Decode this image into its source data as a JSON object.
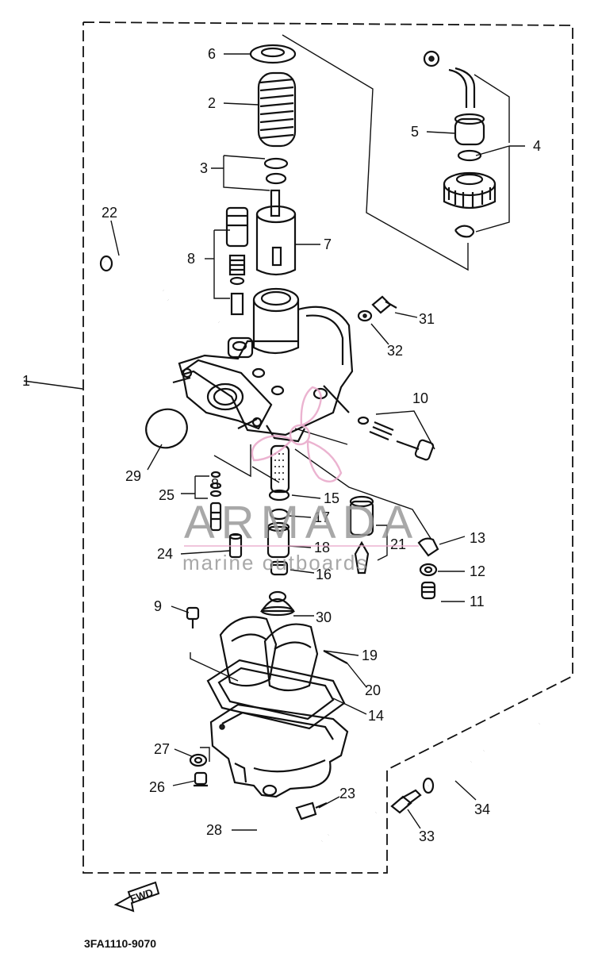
{
  "diagram": {
    "callouts": [
      {
        "id": "c1",
        "text": "1"
      },
      {
        "id": "c2",
        "text": "2"
      },
      {
        "id": "c3",
        "text": "3"
      },
      {
        "id": "c4",
        "text": "4"
      },
      {
        "id": "c5",
        "text": "5"
      },
      {
        "id": "c6",
        "text": "6"
      },
      {
        "id": "c7",
        "text": "7"
      },
      {
        "id": "c8a",
        "text": "8"
      },
      {
        "id": "c8b",
        "text": "8"
      },
      {
        "id": "c9",
        "text": "9"
      },
      {
        "id": "c10",
        "text": "10"
      },
      {
        "id": "c11",
        "text": "11"
      },
      {
        "id": "c12",
        "text": "12"
      },
      {
        "id": "c13",
        "text": "13"
      },
      {
        "id": "c14",
        "text": "14"
      },
      {
        "id": "c15",
        "text": "15"
      },
      {
        "id": "c16",
        "text": "16"
      },
      {
        "id": "c17",
        "text": "17"
      },
      {
        "id": "c18",
        "text": "18"
      },
      {
        "id": "c19",
        "text": "19"
      },
      {
        "id": "c20",
        "text": "20"
      },
      {
        "id": "c21",
        "text": "21"
      },
      {
        "id": "c22",
        "text": "22"
      },
      {
        "id": "c23",
        "text": "23"
      },
      {
        "id": "c24",
        "text": "24"
      },
      {
        "id": "c25",
        "text": "25"
      },
      {
        "id": "c26",
        "text": "26"
      },
      {
        "id": "c27",
        "text": "27"
      },
      {
        "id": "c28",
        "text": "28"
      },
      {
        "id": "c29",
        "text": "29"
      },
      {
        "id": "c30",
        "text": "30"
      },
      {
        "id": "c31",
        "text": "31"
      },
      {
        "id": "c32",
        "text": "32"
      },
      {
        "id": "c33",
        "text": "33"
      },
      {
        "id": "c34",
        "text": "34"
      }
    ],
    "fwd_marker": "FWD",
    "diagram_code": "3FA1110-9070"
  },
  "watermark": {
    "brand": "ARMADA",
    "tagline": "marine outboards",
    "accent_color": "#e8a6c8",
    "text_color": "#9a9a9a"
  }
}
